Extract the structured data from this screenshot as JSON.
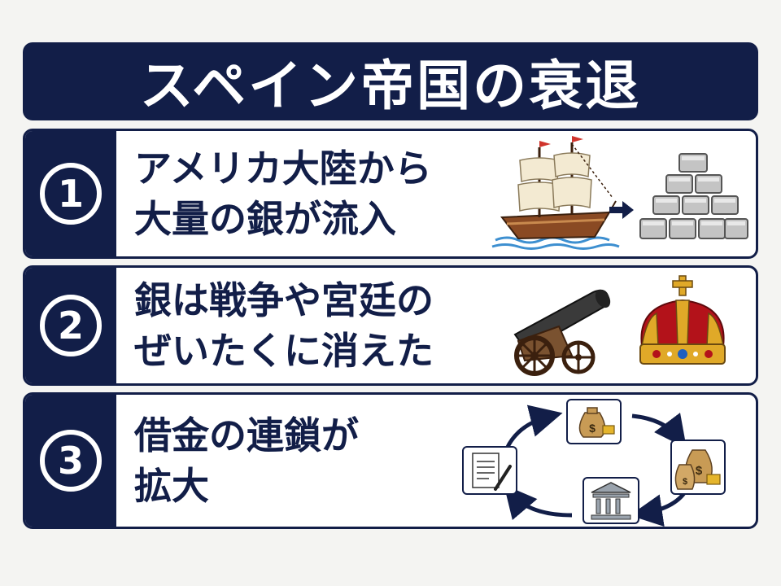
{
  "title": "スペイン帝国の衰退",
  "rows": [
    {
      "number": "1",
      "line1": "アメリカ大陸から",
      "line2": "大量の銀が流入"
    },
    {
      "number": "2",
      "line1": "銀は戦争や宮廷の",
      "line2": "ぜいたくに消えた"
    },
    {
      "number": "3",
      "line1": "借金の連鎖が",
      "line2": "拡大"
    }
  ],
  "icons": {
    "row1": [
      "sailing-ship",
      "arrow-right",
      "silver-ingots"
    ],
    "row2": [
      "cannon",
      "crown"
    ],
    "row3": [
      "money-bag",
      "money-bags-gold",
      "bank-building",
      "loan-document-pen",
      "cycle-arrows"
    ]
  },
  "colors": {
    "navy": "#121e48",
    "background": "#f4f4f2",
    "panel": "#ffffff"
  }
}
